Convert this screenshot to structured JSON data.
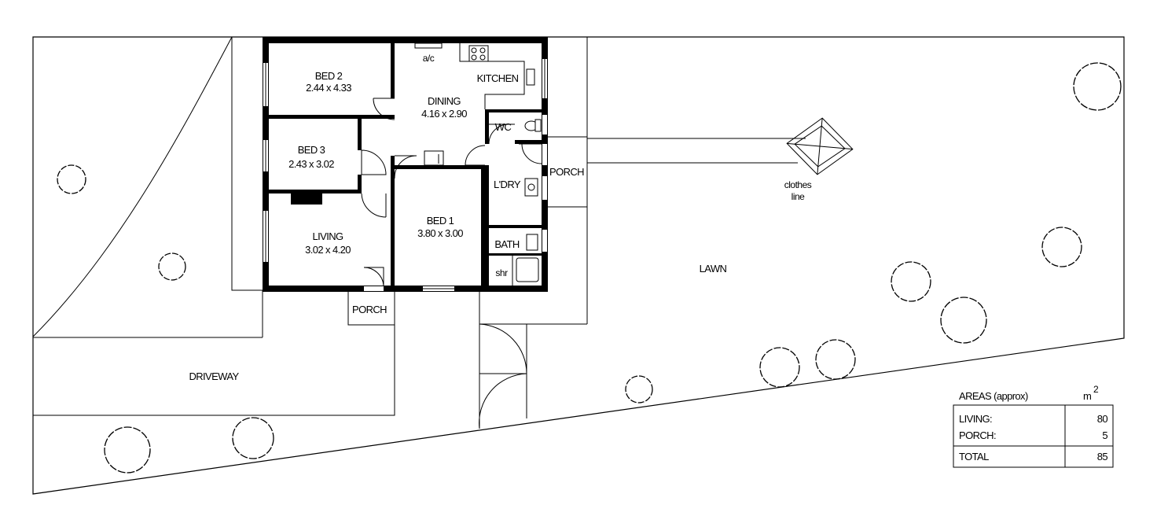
{
  "rooms": {
    "bed2": {
      "name": "BED 2",
      "dims": "2.44 x 4.33"
    },
    "bed3": {
      "name": "BED 3",
      "dims": "2.43 x 3.02"
    },
    "living": {
      "name": "LIVING",
      "dims": "3.02 x 4.20"
    },
    "dining": {
      "name": "DINING",
      "dims": "4.16 x 2.90"
    },
    "bed1": {
      "name": "BED 1",
      "dims": "3.80 x 3.00"
    },
    "kitchen": {
      "name": "KITCHEN"
    },
    "wc": {
      "name": "WC"
    },
    "laundry": {
      "name": "L'DRY"
    },
    "bath": {
      "name": "BATH"
    },
    "shower": {
      "name": "shr"
    },
    "ac": {
      "name": "a/c"
    }
  },
  "porch_side": "PORCH",
  "porch_front": "PORCH",
  "clothesline": {
    "line1": "clothes",
    "line2": "line"
  },
  "lawn": "LAWN",
  "driveway": "DRIVEWAY",
  "areas_table": {
    "title": "AREAS (approx)",
    "unit": "m",
    "unit_sup": "2",
    "rows": [
      {
        "label": "LIVING:",
        "value": "80"
      },
      {
        "label": "PORCH:",
        "value": "5"
      }
    ],
    "total": {
      "label": "TOTAL",
      "value": "85"
    }
  }
}
